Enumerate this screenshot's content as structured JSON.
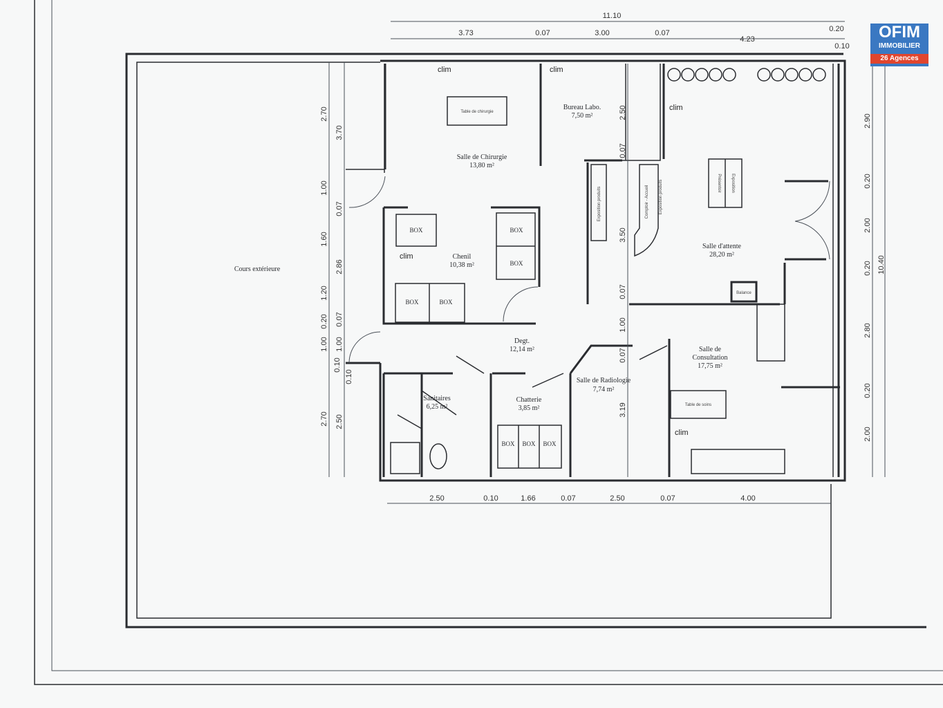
{
  "logo": {
    "brand": "OFIM",
    "subtitle": "IMMOBILIER",
    "agencies": "26 Agences",
    "colors": {
      "blue": "#3a78c2",
      "red": "#e0452e"
    }
  },
  "outdoor": {
    "label": "Cours extérieure"
  },
  "rooms": [
    {
      "name": "Salle de Chirurgie",
      "area": "13,80 m²"
    },
    {
      "name": "Bureau Labo.",
      "area": "7,50 m²"
    },
    {
      "name": "Salle d'attente",
      "area": "28,20 m²"
    },
    {
      "name": "Chenil",
      "area": "10,38 m²"
    },
    {
      "name": "Degt.",
      "area": "12,14 m²"
    },
    {
      "name": "Sanitaires",
      "area": "6,25 m²"
    },
    {
      "name": "Chatterie",
      "area": "3,85 m²"
    },
    {
      "name": "Salle de Radiologie",
      "area": "7,74 m²"
    },
    {
      "name": "Salle de",
      "area": "17,75 m²",
      "name2": "Consultation"
    }
  ],
  "furniture": {
    "table_chirurgie": "Table de chirurgie",
    "expo1": "Exposition produits",
    "comptoir": "Comptoir - Accueil",
    "expo2": "Exposition produits",
    "presentoir1": "Présentoir",
    "presentoir2": "Exposition",
    "balance": "Balance",
    "table_soins": "Table de soins",
    "box": "BOX"
  },
  "clim_label": "clim",
  "dimensions": {
    "top_total": "11.10",
    "top": [
      "3.73",
      "0.07",
      "3.00",
      "0.07",
      "4.23",
      "0.20",
      "0.10"
    ],
    "bottom": [
      "2.50",
      "0.10",
      "1.66",
      "0.07",
      "2.50",
      "0.07",
      "4.00"
    ],
    "left_outer": [
      "2.70",
      "1.00",
      "1.60",
      "1.20",
      "0.20",
      "1.00",
      "0.10",
      "2.70"
    ],
    "left_inner": [
      "3.70",
      "0.07",
      "2.86",
      "0.07",
      "1.00",
      "0.10",
      "2.50"
    ],
    "middle": [
      "2.50",
      "0.07",
      "3.50",
      "0.07",
      "1.00",
      "0.07",
      "3.19"
    ],
    "right": [
      "2.90",
      "0.20",
      "2.00",
      "0.20",
      "2.80",
      "0.20",
      "2.00"
    ],
    "right_total": "10.40"
  }
}
